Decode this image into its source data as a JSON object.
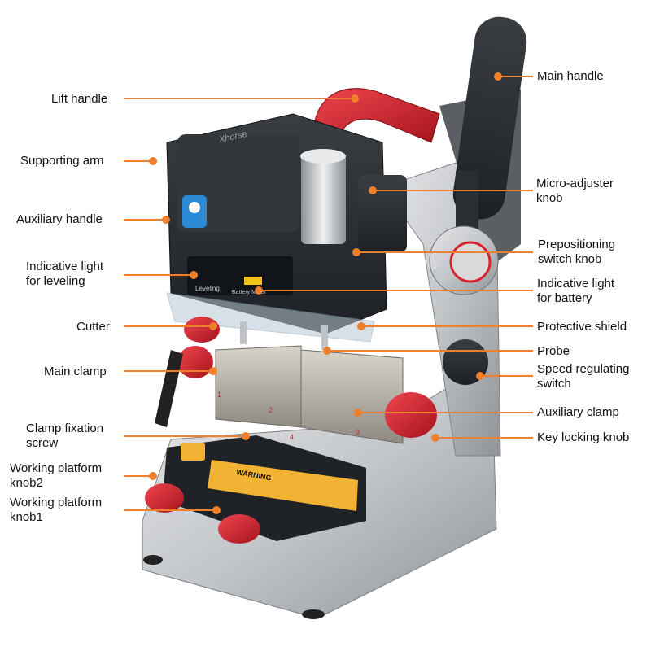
{
  "colors": {
    "leader": "#ef7f2a",
    "dot": "#ef7f2a",
    "text": "#111111",
    "body_silver": "#c9cbcd",
    "body_dark": "#2c2f33",
    "accent_red": "#d42430",
    "warning_yellow": "#f2b233"
  },
  "machine": {
    "brand": "Xhorse",
    "leveling_light_text": "Leveling",
    "battery_text": "Battery Meter",
    "warning_title": "WARNING",
    "clamp_mark_1": "1",
    "clamp_mark_2": "2",
    "clamp_mark_3": "3",
    "clamp_mark_4": "4"
  },
  "labels": {
    "main_handle": "Main handle",
    "lift_handle": "Lift handle",
    "supporting_arm": "Supporting arm",
    "micro_adjuster_knob": "Micro-adjuster\nknob",
    "auxiliary_handle": "Auxiliary handle",
    "prepositioning_switch_knob": "Prepositioning\nswitch  knob",
    "indicative_light_leveling": "Indicative light\nfor leveling",
    "indicative_light_battery": "Indicative light\nfor battery",
    "cutter": "Cutter",
    "protective_shield": "Protective shield",
    "probe": "Probe",
    "main_clamp": "Main clamp",
    "speed_regulating_switch": "Speed regulating\nswitch",
    "auxiliary_clamp": "Auxiliary clamp",
    "clamp_fixation_screw": "Clamp fixation\nscrew",
    "key_locking_knob": "Key locking knob",
    "working_platform_knob2": "Working platform\nknob2",
    "working_platform_knob1": "Working platform\nknob1"
  }
}
